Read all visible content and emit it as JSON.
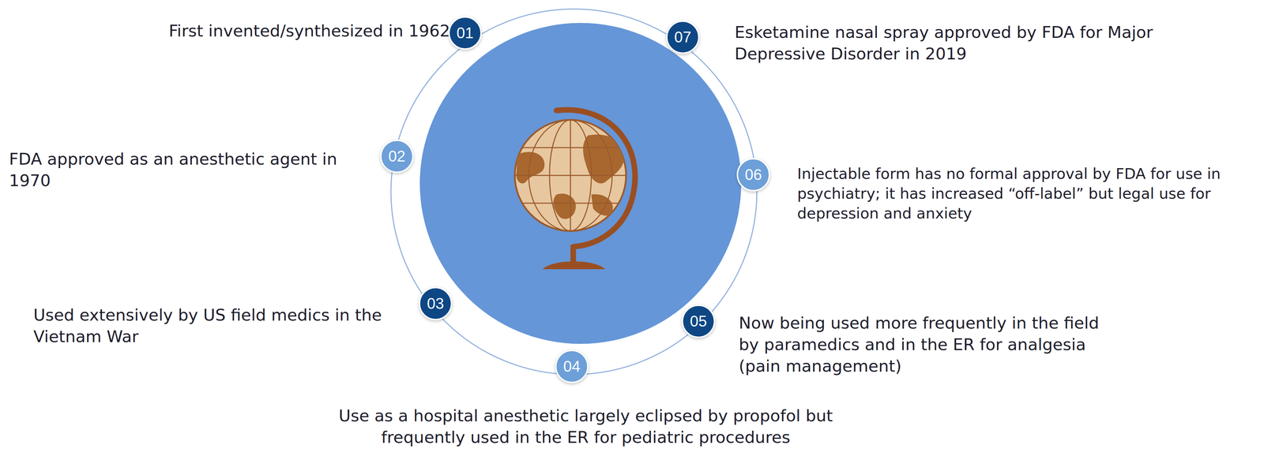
{
  "diagram": {
    "nodes": [
      {
        "text": [
          "01",
          "First invented/synthesized in 1962"
        ]
      },
      {
        "text": [
          "02",
          "FDA approved as an anesthetic agent in 1970"
        ]
      },
      {
        "text": [
          "03",
          "Used extensively by US field medics in the Vietnam War"
        ]
      },
      {
        "text": [
          "04",
          "Use as a hospital anesthetic largely eclipsed by propofol but frequently used in the ER for pediatric procedures"
        ]
      },
      {
        "text": [
          "05",
          "Now being used more frequently in the field by paramedics and in the ER for analgesia (pain management)"
        ]
      },
      {
        "text": [
          "06",
          "Injectable form has no formal approval by FDA for use in psychiatry; it has increased “off-label” but legal use for depression and anxiety"
        ]
      },
      {
        "text": [
          "07",
          "Esketamine nasal spray approved by FDA for Major Depressive Disorder in 2019"
        ]
      }
    ]
  }
}
